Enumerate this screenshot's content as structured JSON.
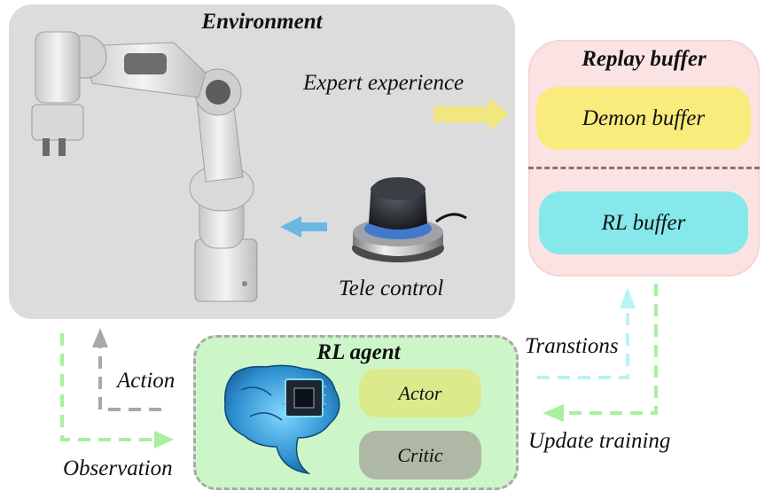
{
  "environment": {
    "title": "Environment",
    "expert_label": "Expert experience",
    "tele_label": "Tele control"
  },
  "replay_buffer": {
    "title": "Replay buffer",
    "demon": "Demon buffer",
    "rl": "RL buffer"
  },
  "rl_agent": {
    "title": "RL agent",
    "actor": "Actor",
    "critic": "Critic"
  },
  "flows": {
    "action": "Action",
    "observation": "Observation",
    "transitions": "Transtions",
    "update": "Update training"
  },
  "icons": [
    "robot-arm-icon",
    "spacemouse-icon",
    "brain-chip-icon"
  ],
  "colors": {
    "environment_bg": "#dcdcdc",
    "replay_bg": "#fbe3e3",
    "demon": "#f9ec7d",
    "rl_buffer": "#86e8ea",
    "agent_bg": "#ccf6c8",
    "actor": "#dde98d",
    "critic": "#aeb8a4",
    "arrow_yellow": "#f2e680",
    "arrow_blue": "#6ab7e2",
    "dashed_green": "#a8f09f",
    "dashed_cyan": "#b8f3f5",
    "dashed_gray": "#a8a8a8"
  }
}
